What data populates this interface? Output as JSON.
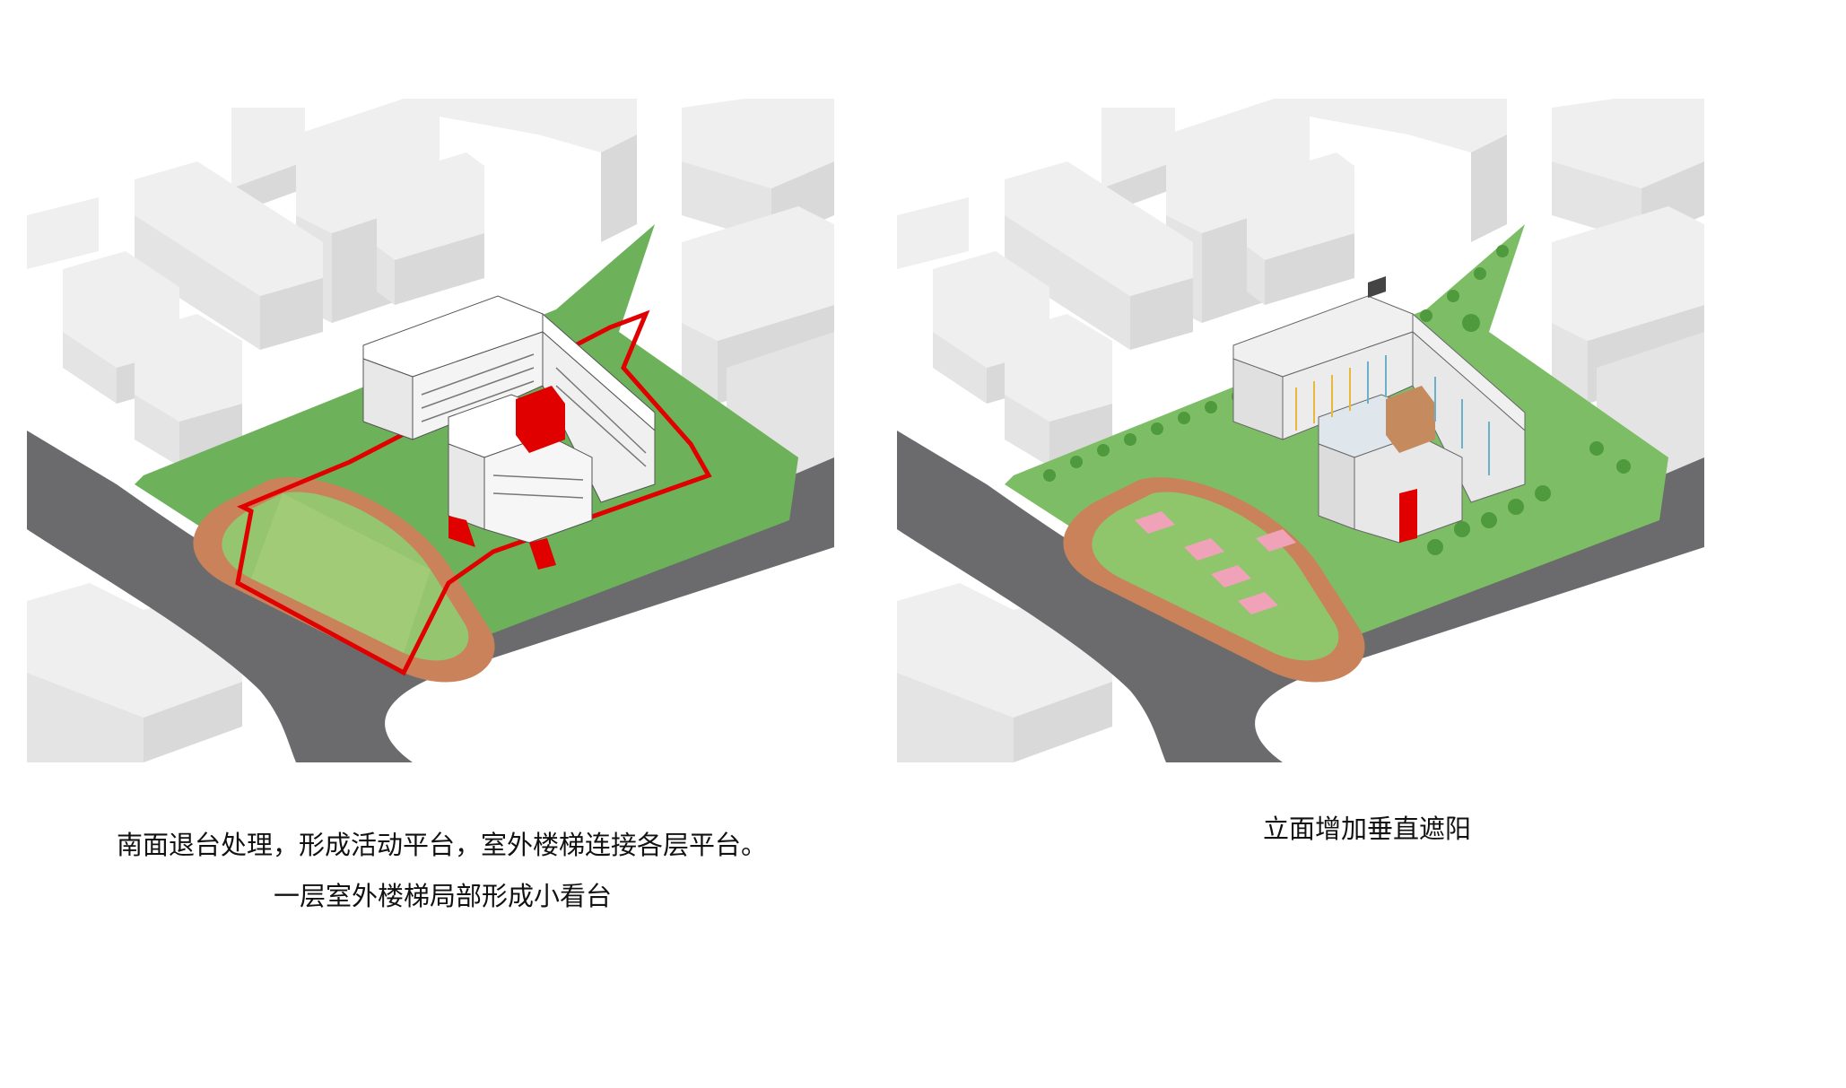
{
  "colors": {
    "background": "#ffffff",
    "context_building_top": "#efefef",
    "context_building_side": "#d9d9d9",
    "context_building_front": "#e4e4e4",
    "road": "#6b6b6d",
    "site_green": "#6db25a",
    "field_green": "#8fc56b",
    "track": "#c9825a",
    "highlight_red": "#e00000",
    "school_white": "#ffffff",
    "school_wall": "#e8e8e8",
    "court_pink": "#f0a3b8",
    "tree_green": "#4f9a3c"
  },
  "panels": [
    {
      "name": "stepped-terrace-diagram",
      "captions": [
        "南面退台处理，形成活动平台，室外楼梯连接各层平台。",
        "一层室外楼梯局部形成小看台"
      ]
    },
    {
      "name": "vertical-shading-diagram",
      "captions": [
        "立面增加垂直遮阳"
      ]
    }
  ]
}
